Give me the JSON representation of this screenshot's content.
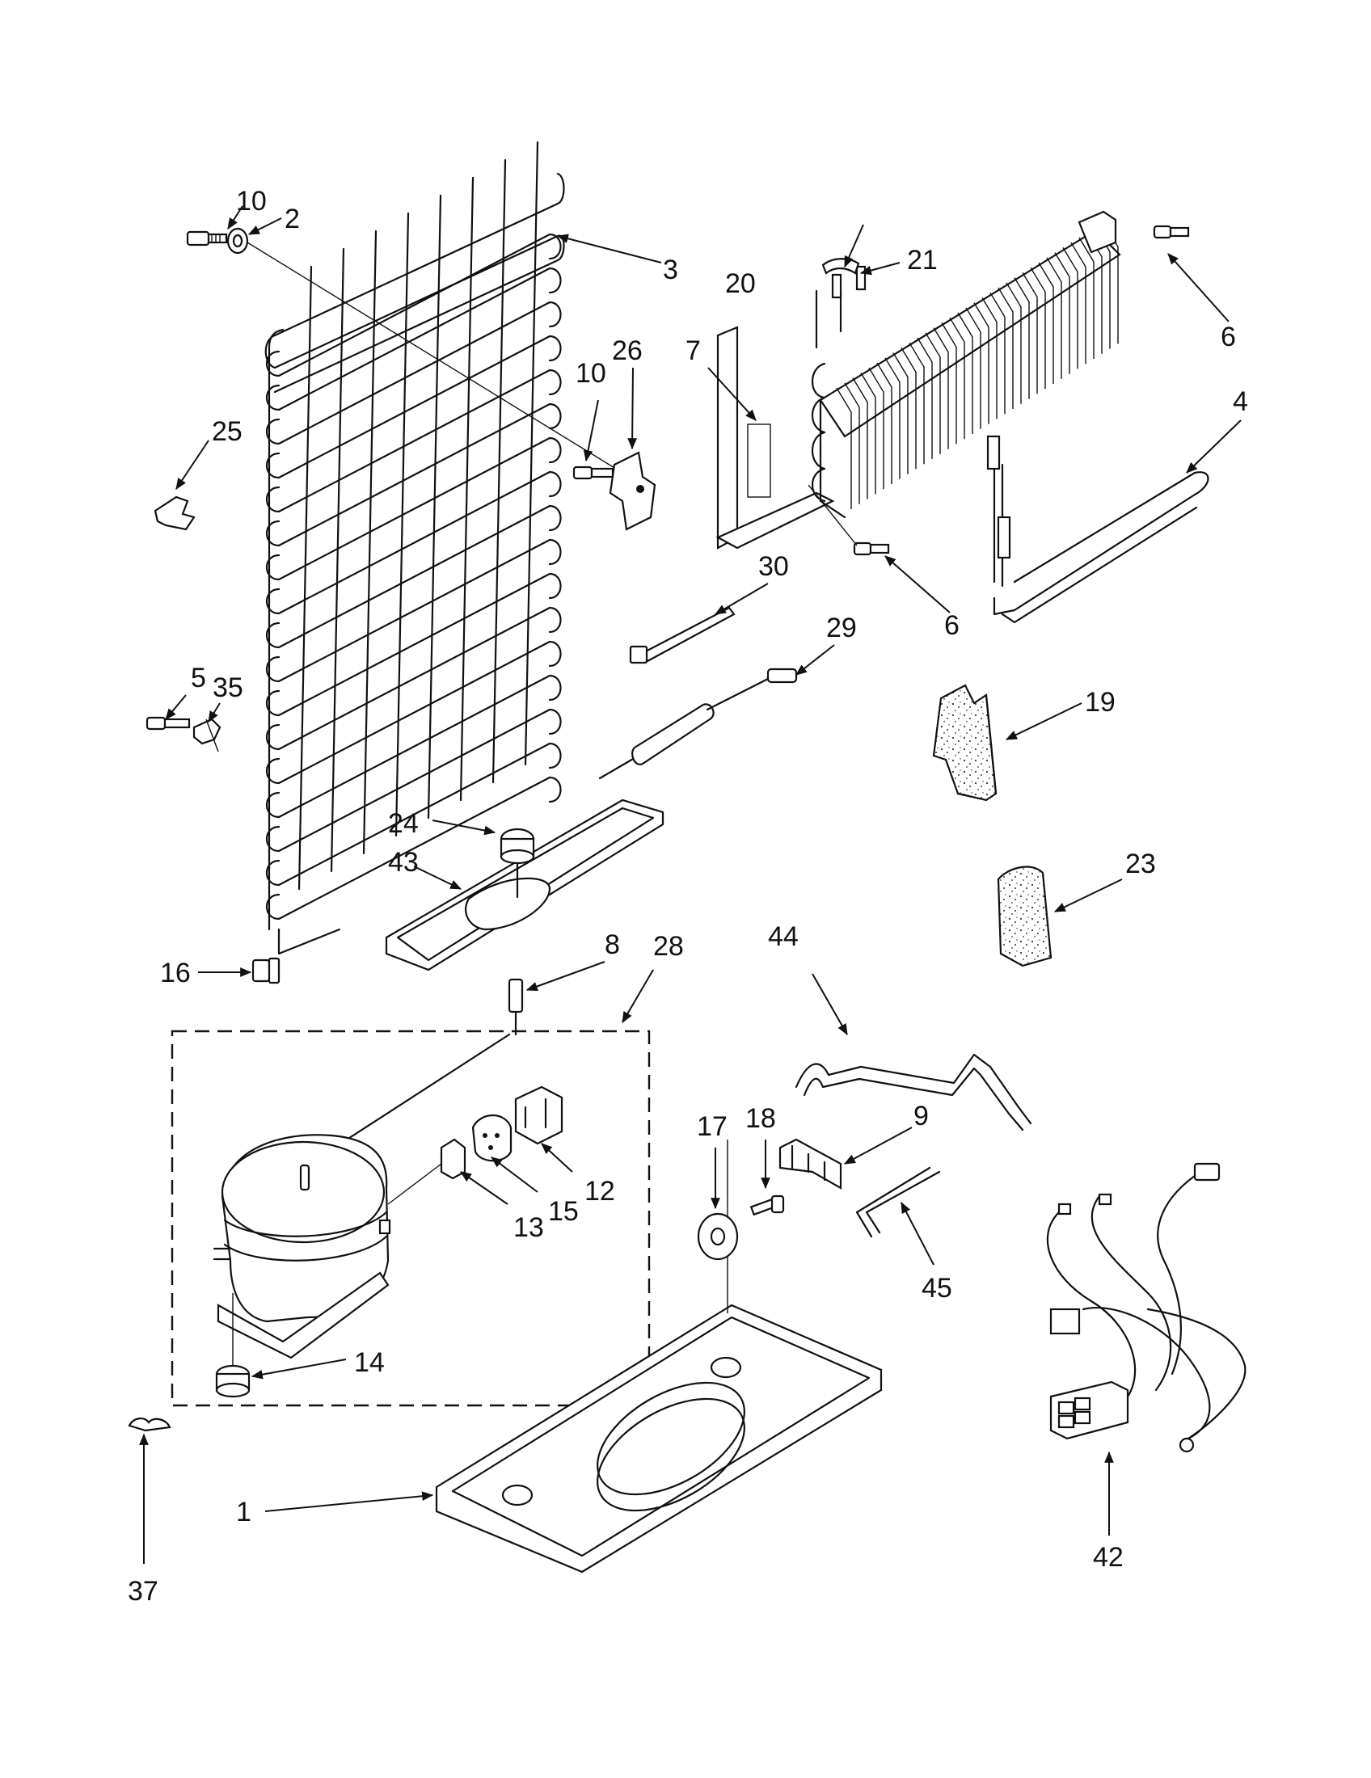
{
  "diagram": {
    "labels": {
      "p1": "1",
      "p2": "2",
      "p3": "3",
      "p4": "4",
      "p5": "5",
      "p6a": "6",
      "p6b": "6",
      "p7": "7",
      "p8": "8",
      "p9": "9",
      "p10a": "10",
      "p10b": "10",
      "p12": "12",
      "p13": "13",
      "p14": "14",
      "p15": "15",
      "p16": "16",
      "p17": "17",
      "p18": "18",
      "p19": "19",
      "p20": "20",
      "p21": "21",
      "p23": "23",
      "p24": "24",
      "p25": "25",
      "p26": "26",
      "p28": "28",
      "p29": "29",
      "p30": "30",
      "p35": "35",
      "p37": "37",
      "p42": "42",
      "p43": "43",
      "p44": "44",
      "p45": "45"
    }
  }
}
